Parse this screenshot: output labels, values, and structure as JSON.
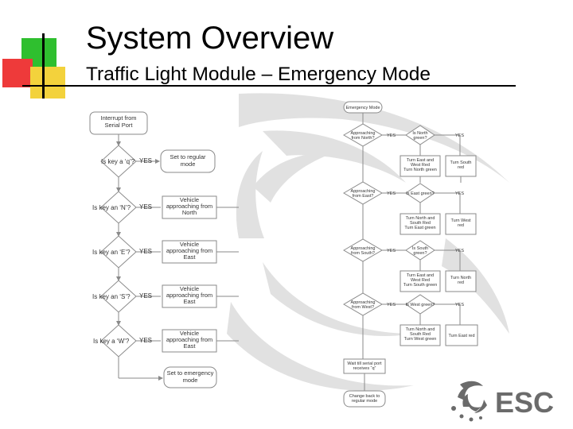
{
  "slide": {
    "title": "System Overview",
    "subtitle": "Traffic Light Module – Emergency Mode"
  },
  "colors": {
    "square_green": "#2fbf2f",
    "square_red": "#ee3a3a",
    "square_yellow": "#f3d23c",
    "flow_line": "#8a8a8a",
    "logo_gray": "#6b6b6b",
    "watermark": "#d9d9d9"
  },
  "left_flow": {
    "start": "Interrupt from Serial Port",
    "rows": [
      {
        "decision": "Is key a ‘q’?",
        "yes": "YES",
        "action": "Set to regular mode"
      },
      {
        "decision": "Is key an ‘N’?",
        "yes": "YES",
        "action": "Vehicle approaching from North"
      },
      {
        "decision": "Is key an ‘E’?",
        "yes": "YES",
        "action": "Vehicle approaching from East"
      },
      {
        "decision": "Is key an ‘S’?",
        "yes": "YES",
        "action": "Vehicle approaching from East"
      },
      {
        "decision": "Is key a ‘W’?",
        "yes": "YES",
        "action": "Vehicle approaching from East"
      }
    ],
    "end": "Set to emergency mode"
  },
  "right_flow": {
    "start": "Emergency Mode",
    "stages": [
      {
        "approach": "Approaching from North?",
        "yes1": "YES",
        "check": "Is North green?",
        "yes2": "YES",
        "left_action": "Turn East and West Red Turn North green",
        "right_action": "Turn South red"
      },
      {
        "approach": "Approaching from East?",
        "yes1": "YES",
        "check": "Is East green?",
        "yes2": "YES",
        "left_action": "Turn North and South Red Turn East green",
        "right_action": "Turn West red"
      },
      {
        "approach": "Approaching from South?",
        "yes1": "YES",
        "check": "Is South green?",
        "yes2": "YES",
        "left_action": "Turn East and West Red Turn South green",
        "right_action": "Turn North red"
      },
      {
        "approach": "Approaching from West?",
        "yes1": "YES",
        "check": "Is West green?",
        "yes2": "YES",
        "left_action": "Turn North and South Red Turn West green",
        "right_action": "Turn East red"
      }
    ],
    "wait": "Wait till serial port receives “q”",
    "end": "Change back to regular mode"
  },
  "logo": {
    "text": "ESC",
    "icon": "esc-swirl-logo-icon"
  }
}
